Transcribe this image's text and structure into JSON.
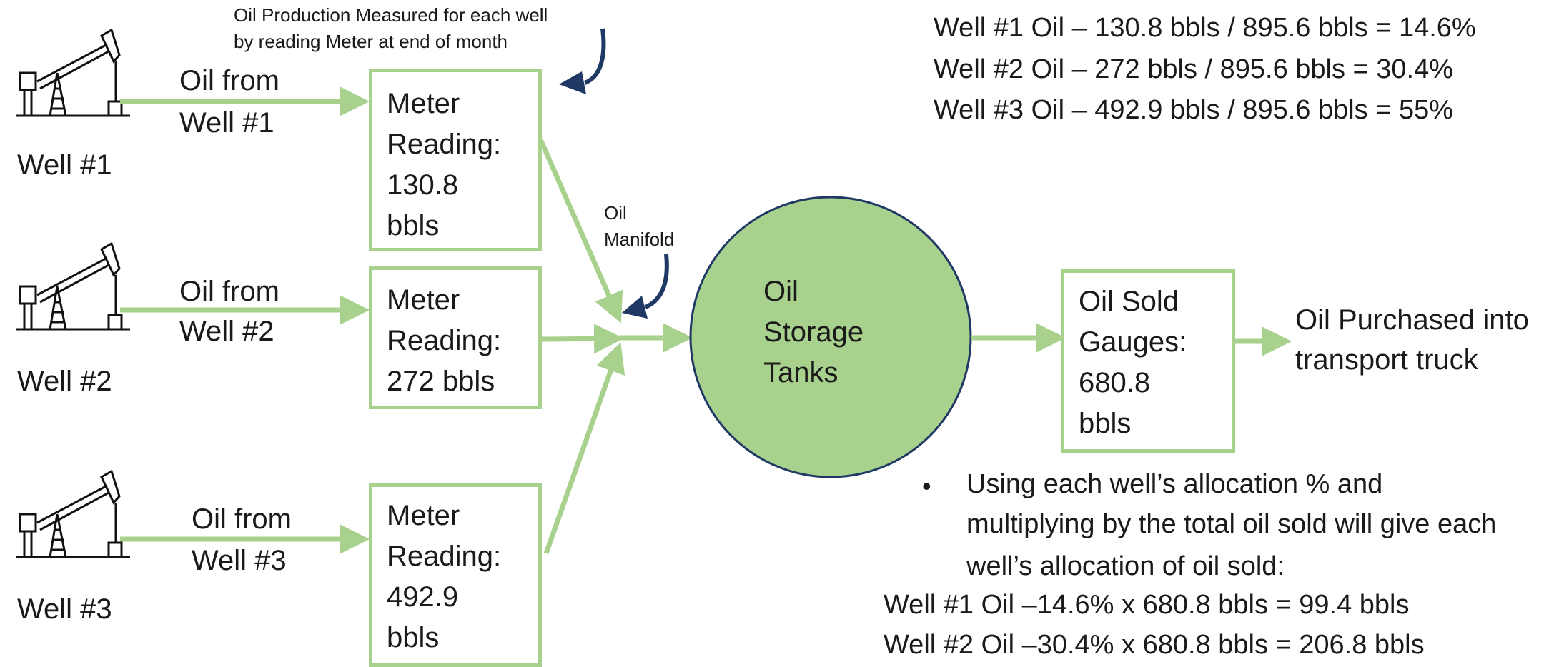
{
  "colors": {
    "flow": "#a9d18e",
    "tank_fill": "#a9d18e",
    "tank_stroke": "#1f3864",
    "callout_arrow": "#1f3864"
  },
  "icons": [
    "pump-jack-icon",
    "pump-jack-icon",
    "pump-jack-icon"
  ],
  "wells": [
    {
      "flow_label_1": "Oil from",
      "flow_label_2": "Well #1",
      "name": "Well #1",
      "meter_lines": [
        "Meter",
        "Reading:",
        "130.8",
        "bbls"
      ]
    },
    {
      "flow_label_1": "Oil from",
      "flow_label_2": "Well #2",
      "name": "Well #2",
      "meter_lines": [
        "Meter",
        "Reading:",
        "272 bbls"
      ]
    },
    {
      "flow_label_1": "Oil from",
      "flow_label_2": "Well #3",
      "name": "Well #3",
      "meter_lines": [
        "Meter",
        "Reading:",
        "492.9",
        "bbls"
      ]
    }
  ],
  "annotations": {
    "meter_note_1": "Oil Production Measured for each well",
    "meter_note_2": "by reading Meter at end of month",
    "manifold_1": "Oil",
    "manifold_2": "Manifold"
  },
  "tank": {
    "line1": "Oil",
    "line2": "Storage",
    "line3": "Tanks"
  },
  "sold_box": {
    "lines": [
      "Oil Sold",
      "Gauges:",
      "680.8",
      "bbls"
    ]
  },
  "purchased": {
    "line1": "Oil Purchased into",
    "line2": "transport truck"
  },
  "allocation_pct": [
    "Well #1 Oil – 130.8 bbls / 895.6 bbls = 14.6%",
    "Well #2 Oil – 272 bbls / 895.6 bbls = 30.4%",
    "Well #3 Oil – 492.9 bbls / 895.6 bbls = 55%"
  ],
  "bullet": {
    "marker": "•",
    "line1": "Using each well’s allocation % and",
    "line2": "multiplying by the total oil sold will give each",
    "line3": "well’s allocation of oil sold:"
  },
  "allocation_sold": [
    "Well #1 Oil –14.6% x 680.8 bbls = 99.4 bbls",
    "Well #2 Oil –30.4% x 680.8 bbls = 206.8 bbls"
  ]
}
